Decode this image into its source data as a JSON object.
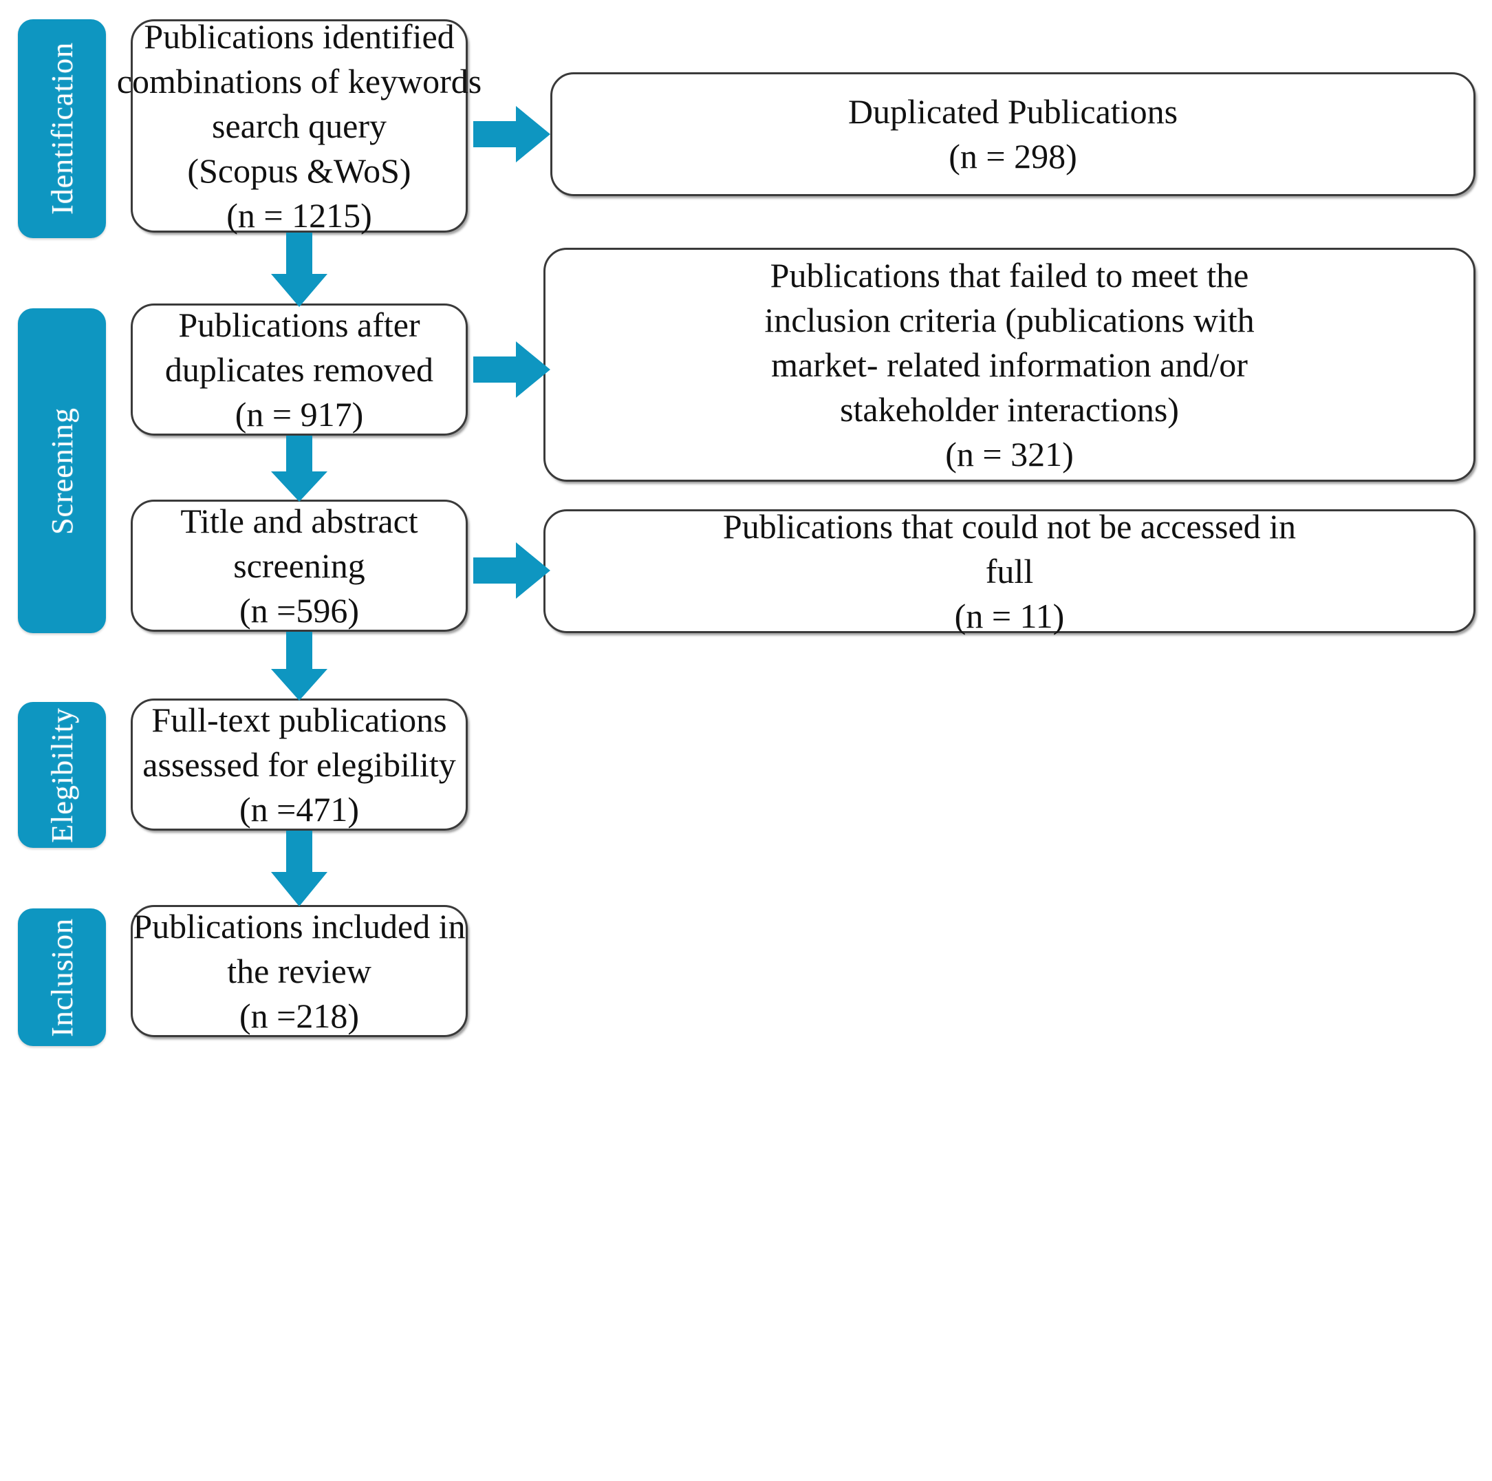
{
  "diagram": {
    "title": "PRISMA flow diagram of publication selection",
    "accent_color": "#0E96C1",
    "box_border_color": "#3a3a3a",
    "text_color": "#111111"
  },
  "stages": [
    {
      "id": "identification",
      "label": "Identification"
    },
    {
      "id": "screening",
      "label": "Screening"
    },
    {
      "id": "elegibility",
      "label": "Elegibility"
    },
    {
      "id": "inclusion",
      "label": "Inclusion"
    }
  ],
  "boxes": {
    "identified": {
      "line1": "Publications identified",
      "line2": "combinations of keywords",
      "line3": "search query",
      "line4": "(Scopus &WoS)",
      "line5": "(n = 1215)",
      "count": 1215
    },
    "duplicates": {
      "line1": "Duplicated Publications",
      "line2": "(n = 298)",
      "count": 298
    },
    "after_duplicates": {
      "line1": "Publications after",
      "line2": "duplicates removed",
      "line3": "(n = 917)",
      "count": 917
    },
    "failed_criteria": {
      "line1": "Publications that failed to meet the",
      "line2": "inclusion criteria (publications with",
      "line3": "market- related information and/or",
      "line4": "stakeholder interactions)",
      "line5": "(n = 321)",
      "count": 321
    },
    "title_abstract": {
      "line1": "Title and abstract",
      "line2": "screening",
      "line3": "(n =596)",
      "count": 596
    },
    "not_accessed": {
      "line1": "Publications that could not be accessed in",
      "line2": "full",
      "line3": "(n = 11)",
      "count": 11
    },
    "full_text": {
      "line1": "Full-text publications",
      "line2": "assessed for elegibility",
      "line3": "(n =471)",
      "count": 471
    },
    "included": {
      "line1": "Publications included in",
      "line2": "the review",
      "line3": "(n =218)",
      "count": 218
    }
  },
  "arrows": [
    {
      "id": "identified-to-duplicates",
      "direction": "right",
      "from": "identified",
      "to": "duplicates"
    },
    {
      "id": "identified-to-after-duplicates",
      "direction": "down",
      "from": "identified",
      "to": "after_duplicates"
    },
    {
      "id": "after-duplicates-to-failed",
      "direction": "right",
      "from": "after_duplicates",
      "to": "failed_criteria"
    },
    {
      "id": "after-duplicates-to-title",
      "direction": "down",
      "from": "after_duplicates",
      "to": "title_abstract"
    },
    {
      "id": "title-to-not-accessed",
      "direction": "right",
      "from": "title_abstract",
      "to": "not_accessed"
    },
    {
      "id": "title-to-full-text",
      "direction": "down",
      "from": "title_abstract",
      "to": "full_text"
    },
    {
      "id": "full-text-to-included",
      "direction": "down",
      "from": "full_text",
      "to": "included"
    }
  ]
}
